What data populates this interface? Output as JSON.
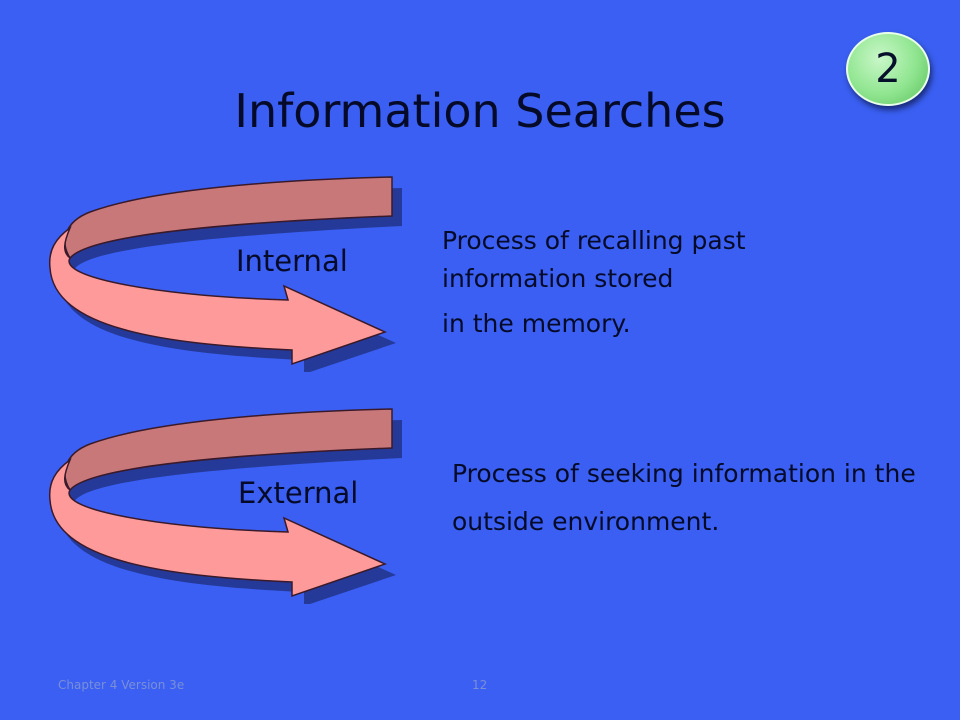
{
  "slide": {
    "title": "Information Searches",
    "badge": "2",
    "items": [
      {
        "label": "Internal",
        "description_line1": "Process of recalling past information stored",
        "description_line2": "in the memory."
      },
      {
        "label": "External",
        "description_line1": "Process of seeking information in the",
        "description_line2": "outside environment."
      }
    ],
    "footer": {
      "left_text": "Chapter 4 Version 3e",
      "page_number": "12"
    }
  },
  "icons": {
    "arrow": "curved-return-arrow-icon",
    "badge": "number-badge"
  },
  "colors": {
    "background": "#3a5ff2",
    "arrow_front": "#ff9a9a",
    "arrow_back": "#c9787a",
    "badge": "#8fe58f",
    "text": "#050a28"
  }
}
